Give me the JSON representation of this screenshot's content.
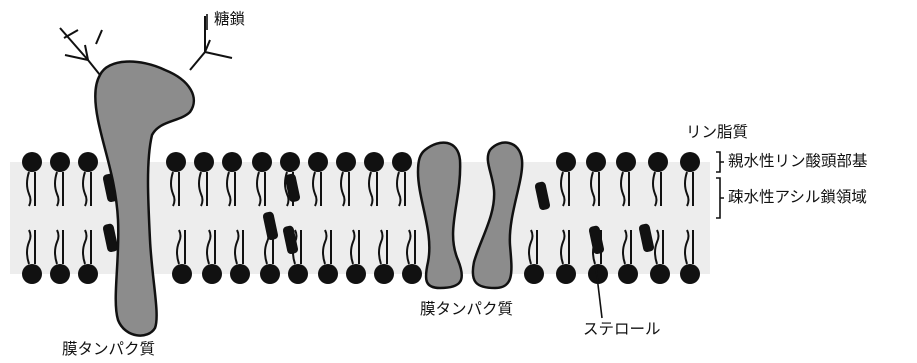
{
  "labels": {
    "glycan": "糖鎖",
    "phospholipid": "リン脂質",
    "head_group": "親水性リン酸頭部基",
    "acyl_chain": "疎水性アシル鎖領域",
    "membrane_protein_left": "膜タンパク質",
    "membrane_protein_center": "膜タンパク質",
    "sterol": "ステロール"
  },
  "colors": {
    "background": "#ffffff",
    "membrane_band": "#ededed",
    "protein_fill": "#8c8c8c",
    "protein_stroke": "#111111",
    "lipid": "#111111",
    "label_text": "#111111"
  }
}
